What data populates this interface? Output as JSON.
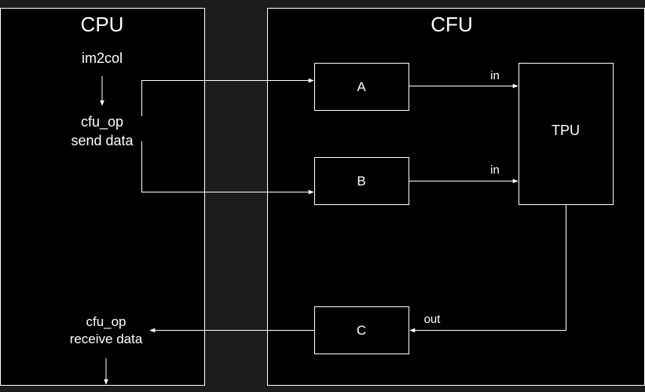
{
  "colors": {
    "background": "#1c1c1c",
    "block": "#000000",
    "stroke": "#ffffff",
    "text": "#ffffff"
  },
  "cpu": {
    "title": "CPU",
    "step_1": "im2col",
    "step_2_line_1": "cfu_op",
    "step_2_line_2": "send data",
    "step_3_line_1": "cfu_op",
    "step_3_line_2": "receive data"
  },
  "cfu": {
    "title": "CFU",
    "buffer_a": "A",
    "buffer_b": "B",
    "buffer_c": "C",
    "tpu": "TPU",
    "port_in_a": "in",
    "port_in_b": "in",
    "port_out": "out"
  }
}
